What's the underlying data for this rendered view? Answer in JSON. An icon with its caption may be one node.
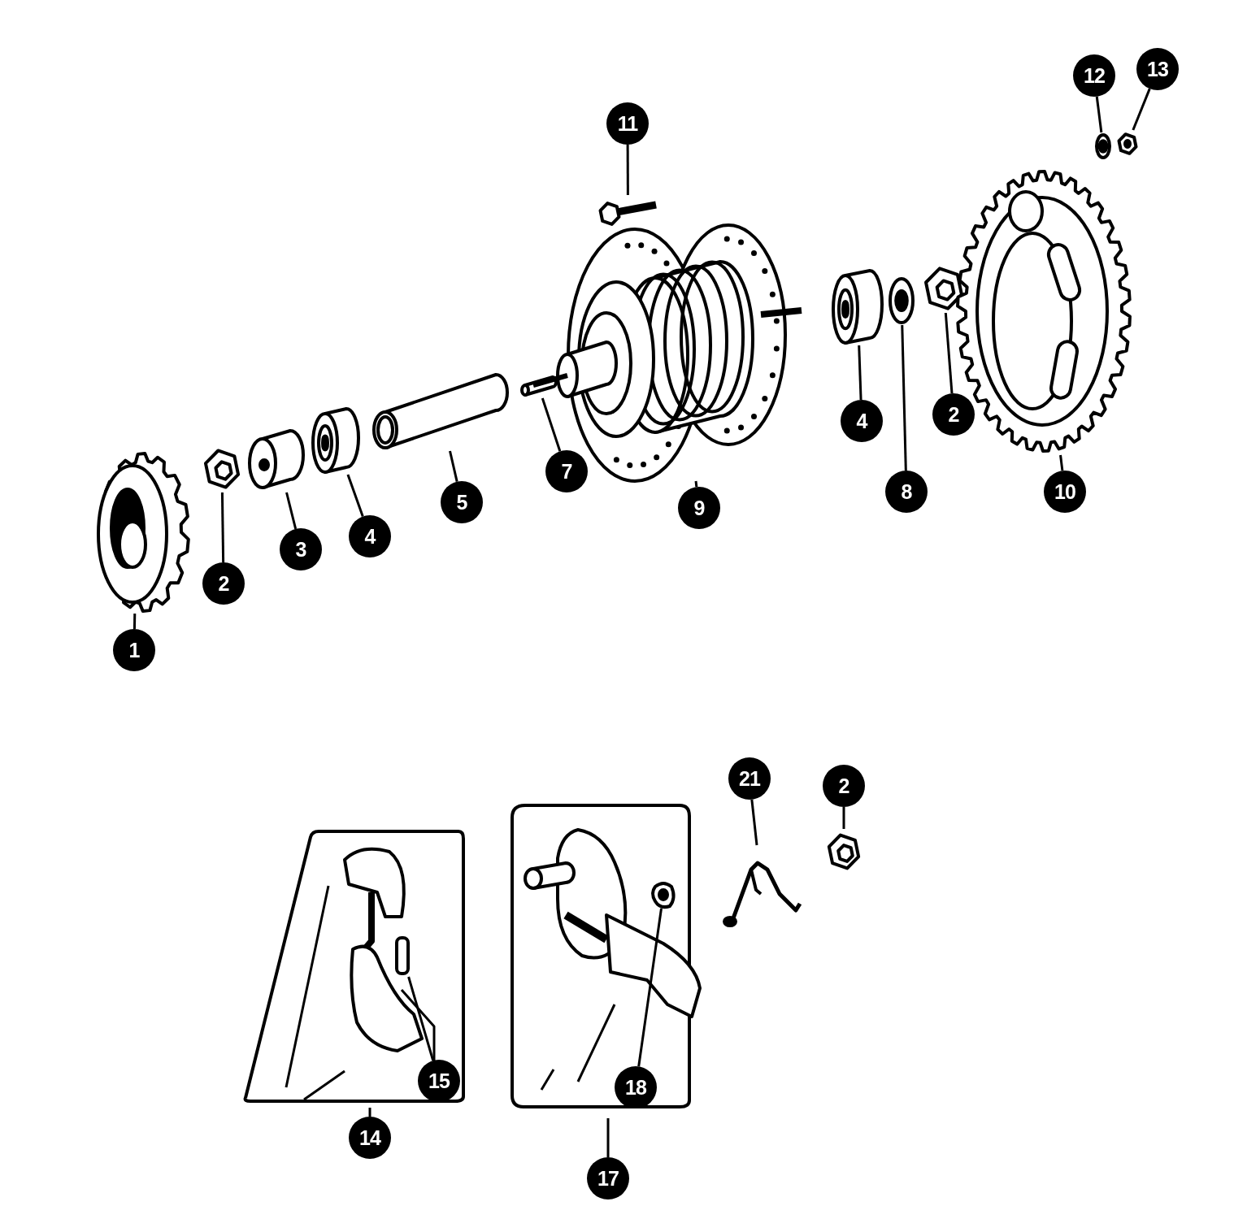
{
  "diagram": {
    "nodes": [
      {
        "text": [
          "1"
        ]
      },
      {
        "text": [
          "2"
        ]
      },
      {
        "text": [
          "3"
        ]
      },
      {
        "text": [
          "4"
        ]
      },
      {
        "text": [
          "5"
        ]
      },
      {
        "text": [
          "7"
        ]
      },
      {
        "text": [
          "9"
        ]
      },
      {
        "text": [
          "11"
        ]
      },
      {
        "text": [
          "4"
        ]
      },
      {
        "text": [
          "8"
        ]
      },
      {
        "text": [
          "2"
        ]
      },
      {
        "text": [
          "10"
        ]
      },
      {
        "text": [
          "12"
        ]
      },
      {
        "text": [
          "13"
        ]
      },
      {
        "text": [
          "14"
        ]
      },
      {
        "text": [
          "15"
        ],
        "in": 34
      },
      {
        "text": [
          "17"
        ]
      },
      {
        "text": [
          "18"
        ],
        "in": 36
      },
      {
        "text": [
          "21"
        ]
      },
      {
        "text": [
          "2"
        ]
      },
      {
        "text": [],
        "shape": "picture"
      },
      {
        "text": [],
        "shape": "picture"
      },
      {
        "text": [],
        "shape": "cylinder"
      },
      {
        "text": [],
        "shape": "cylinder"
      },
      {
        "text": [],
        "shape": "picture"
      },
      {
        "text": [],
        "shape": "picture"
      },
      {
        "text": [],
        "shape": "picture"
      },
      {
        "text": [],
        "shape": "picture"
      },
      {
        "text": [],
        "shape": "cylinder"
      },
      {
        "text": [],
        "shape": "picture"
      },
      {
        "text": [],
        "shape": "picture"
      },
      {
        "text": [],
        "shape": "picture"
      },
      {
        "text": [],
        "shape": "picture"
      },
      {
        "text": [],
        "shape": "picture"
      },
      {
        "text": [],
        "shape": "box"
      },
      {
        "text": [],
        "shape": "cylinder",
        "in": 34
      },
      {
        "text": [],
        "shape": "box"
      },
      {
        "text": [],
        "shape": "picture",
        "in": 36
      },
      {
        "text": [],
        "shape": "picture"
      },
      {
        "text": [],
        "shape": "picture"
      }
    ],
    "edges": [
      {
        "from": 0,
        "to": 20,
        "arrow": "none"
      },
      {
        "from": 1,
        "to": 21,
        "arrow": "none"
      },
      {
        "from": 2,
        "to": 22,
        "arrow": "none"
      },
      {
        "from": 3,
        "to": 23,
        "arrow": "none"
      },
      {
        "from": 4,
        "to": 24,
        "arrow": "none"
      },
      {
        "from": 5,
        "to": 25,
        "arrow": "none"
      },
      {
        "from": 6,
        "to": 26,
        "arrow": "none"
      },
      {
        "from": 7,
        "to": 27,
        "arrow": "none"
      },
      {
        "from": 8,
        "to": 28,
        "arrow": "none"
      },
      {
        "from": 9,
        "to": 29,
        "arrow": "none"
      },
      {
        "from": 10,
        "to": 30,
        "arrow": "none"
      },
      {
        "from": 11,
        "to": 31,
        "arrow": "none"
      },
      {
        "from": 12,
        "to": 32,
        "arrow": "none"
      },
      {
        "from": 13,
        "to": 33,
        "arrow": "none"
      },
      {
        "from": 14,
        "to": 34,
        "arrow": "none"
      },
      {
        "from": 15,
        "to": 35,
        "arrow": "none"
      },
      {
        "from": 16,
        "to": 36,
        "arrow": "none"
      },
      {
        "from": 17,
        "to": 37,
        "arrow": "none"
      },
      {
        "from": 18,
        "to": 38,
        "arrow": "none"
      },
      {
        "from": 19,
        "to": 39,
        "arrow": "none"
      }
    ]
  }
}
